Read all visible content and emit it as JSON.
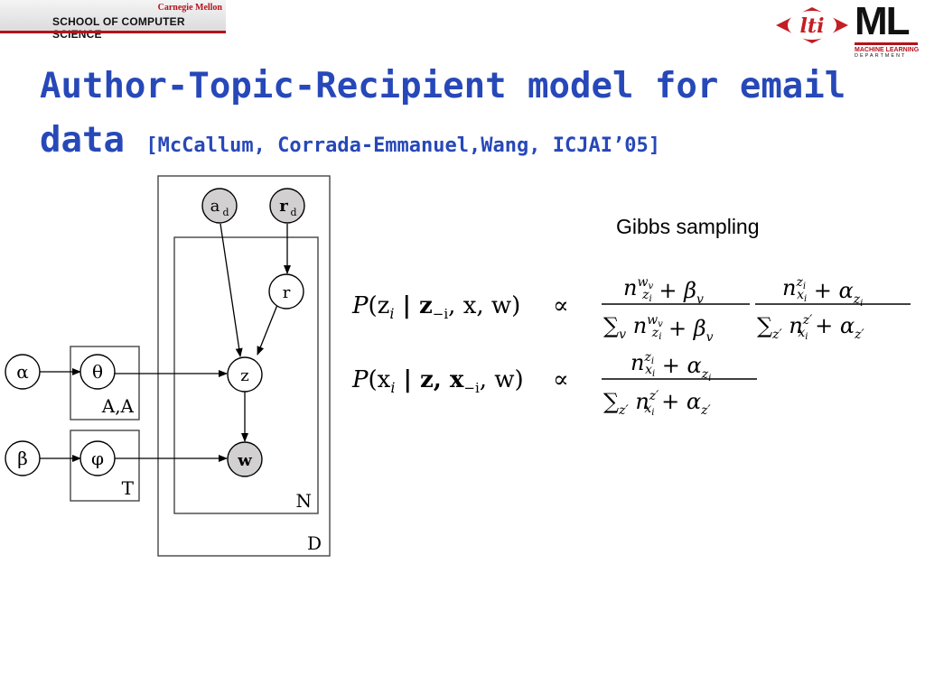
{
  "header": {
    "university": "Carnegie Mellon",
    "school": "SCHOOL OF COMPUTER SCIENCE"
  },
  "logos": {
    "lti": "lti",
    "ml": "ML",
    "ml_line1": "MACHINE LEARNING",
    "ml_line2": "DEPARTMENT"
  },
  "slide": {
    "title": "Author-Topic-Recipient model for email data",
    "citation": "[McCallum, Corrada-Emmanuel,Wang, ICJAI’05]",
    "gibbs_label": "Gibbs sampling"
  },
  "diagram": {
    "nodes": {
      "alpha": "α",
      "theta": "θ",
      "beta": "β",
      "phi": "φ",
      "ad_main": "a",
      "ad_sub": "d",
      "rd_main": "r",
      "rd_sub": "d",
      "r": "r",
      "z": "z",
      "w": "w"
    },
    "plates": {
      "aa": "A,A",
      "t": "T",
      "n": "N",
      "d": "D"
    }
  },
  "equations": {
    "eq1_lhs_p": "P",
    "eq1_lhs_args": "(z",
    "eq1_lhs_i": "i",
    "eq1_lhs_rest": " | z",
    "eq1_lhs_minus": "−i",
    "eq1_lhs_end": ", x, w)",
    "eq2_lhs_p": "P",
    "eq2_lhs_args": "(x",
    "eq2_lhs_i": "i",
    "eq2_lhs_rest": " | z, x",
    "eq2_lhs_minus": "−i",
    "eq2_lhs_end": ", w)",
    "propto": "∝"
  },
  "colors": {
    "title": "#2748b8",
    "accent": "#b5121b",
    "observed_node": "#d2d0d0"
  }
}
